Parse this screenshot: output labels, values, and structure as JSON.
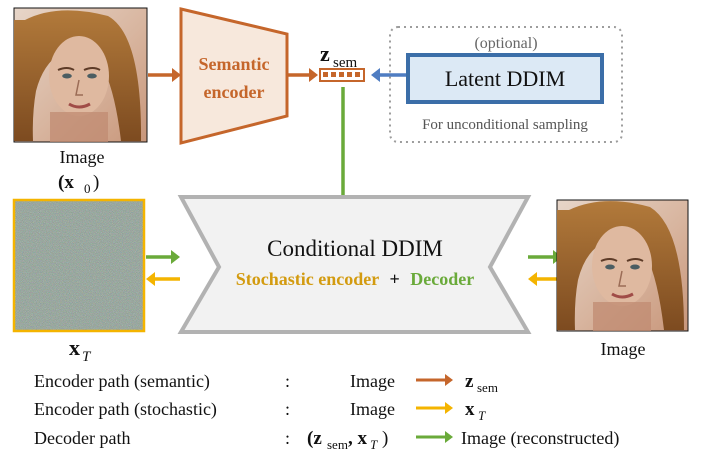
{
  "images": {
    "input_face": "portrait-photo",
    "output_face": "portrait-photo",
    "noise": "noise-image"
  },
  "top": {
    "image_label": "Image",
    "image_math": "(x",
    "image_math_sub": "0",
    "image_math_close": ")",
    "semantic_encoder_line1": "Semantic",
    "semantic_encoder_line2": "encoder",
    "zsem_base": "z",
    "zsem_sub": "sem",
    "optional_label": "(optional)",
    "latent_ddim": "Latent DDIM",
    "latent_caption": "For unconditional sampling"
  },
  "middle": {
    "conditional_ddim": "Conditional DDIM",
    "stochastic_encoder": "Stochastic encoder",
    "plus": "+",
    "decoder": "Decoder",
    "xt_base": "x",
    "xt_sub": "T",
    "output_label": "Image"
  },
  "legend": {
    "rows": [
      {
        "label": "Encoder path (semantic)",
        "colon": ":",
        "from": "Image",
        "to_base": "z",
        "to_sub": "sem",
        "arrow_color": "#c5662b"
      },
      {
        "label": "Encoder path (stochastic)",
        "colon": ":",
        "from": "Image",
        "to_base": "x",
        "to_sub": "T",
        "arrow_color": "#f4b400"
      },
      {
        "label": "Decoder path",
        "colon": ":",
        "from": "(z",
        "from_sub": "sem",
        "from_mid": ", x",
        "from_sub2": "T",
        "from_close": ")",
        "to": "Image (reconstructed)",
        "arrow_color": "#6aaa3a"
      }
    ]
  },
  "colors": {
    "semantic": "#c5662b",
    "stochastic": "#d39b10",
    "decoder": "#6aaa3a",
    "latent_fill": "#dce9f5",
    "latent_border": "#3b6ea8",
    "latent_arrow": "#4f7dc2",
    "ddim_fill": "#f2f2f2",
    "ddim_border": "#b2b2b2",
    "encoder_fill": "#f7e8dc"
  }
}
